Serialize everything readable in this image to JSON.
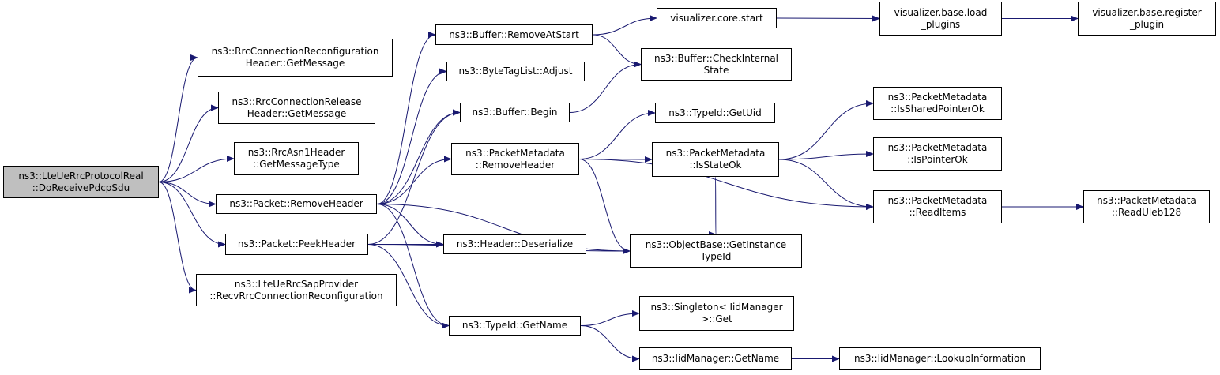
{
  "colors": {
    "edge": "#191970",
    "root_fill": "#bfbfbf",
    "node_fill": "#ffffff",
    "border": "#000000"
  },
  "nodes": [
    {
      "id": "root",
      "line1": "ns3::LteUeRrcProtocolReal",
      "line2": "::DoReceivePdcpSdu",
      "root": true
    },
    {
      "id": "rrcConnReconfGetMsg",
      "line1": "ns3::RrcConnectionReconfiguration",
      "line2": "Header::GetMessage"
    },
    {
      "id": "rrcConnRelGetMsg",
      "line1": "ns3::RrcConnectionRelease",
      "line2": "Header::GetMessage"
    },
    {
      "id": "rrcAsn1GetMsgType",
      "line1": "ns3::RrcAsn1Header",
      "line2": "::GetMessageType"
    },
    {
      "id": "packetRemoveHeader",
      "line1": "ns3::Packet::RemoveHeader",
      "line2": ""
    },
    {
      "id": "packetPeekHeader",
      "line1": "ns3::Packet::PeekHeader",
      "line2": ""
    },
    {
      "id": "sapRecv",
      "line1": "ns3::LteUeRrcSapProvider",
      "line2": "::RecvRrcConnectionReconfiguration"
    },
    {
      "id": "bufRemoveAtStart",
      "line1": "ns3::Buffer::RemoveAtStart",
      "line2": ""
    },
    {
      "id": "byteTagAdjust",
      "line1": "ns3::ByteTagList::Adjust",
      "line2": ""
    },
    {
      "id": "bufBegin",
      "line1": "ns3::Buffer::Begin",
      "line2": ""
    },
    {
      "id": "pmRemoveHeader",
      "line1": "ns3::PacketMetadata",
      "line2": "::RemoveHeader"
    },
    {
      "id": "hdrDeserialize",
      "line1": "ns3::Header::Deserialize",
      "line2": ""
    },
    {
      "id": "typeIdGetName",
      "line1": "ns3::TypeId::GetName",
      "line2": ""
    },
    {
      "id": "vizCoreStart",
      "line1": "visualizer.core.start",
      "line2": ""
    },
    {
      "id": "bufCheckInternal",
      "line1": "ns3::Buffer::CheckInternal",
      "line2": "State"
    },
    {
      "id": "typeIdGetUid",
      "line1": "ns3::TypeId::GetUid",
      "line2": ""
    },
    {
      "id": "pmIsStateOk",
      "line1": "ns3::PacketMetadata",
      "line2": "::IsStateOk"
    },
    {
      "id": "objGetInstanceTypeId",
      "line1": "ns3::ObjectBase::GetInstance",
      "line2": "TypeId"
    },
    {
      "id": "singletonGet",
      "line1": "ns3::Singleton< IidManager",
      "line2": ">::Get"
    },
    {
      "id": "iidGetName",
      "line1": "ns3::IidManager::GetName",
      "line2": ""
    },
    {
      "id": "vizLoadPlugins",
      "line1": "visualizer.base.load",
      "line2": "_plugins"
    },
    {
      "id": "pmIsSharedPointerOk",
      "line1": "ns3::PacketMetadata",
      "line2": "::IsSharedPointerOk"
    },
    {
      "id": "pmIsPointerOk",
      "line1": "ns3::PacketMetadata",
      "line2": "::IsPointerOk"
    },
    {
      "id": "pmReadItems",
      "line1": "ns3::PacketMetadata",
      "line2": "::ReadItems"
    },
    {
      "id": "iidLookupInfo",
      "line1": "ns3::IidManager::LookupInformation",
      "line2": ""
    },
    {
      "id": "vizRegisterPlugin",
      "line1": "visualizer.base.register",
      "line2": "_plugin"
    },
    {
      "id": "pmReadUleb128",
      "line1": "ns3::PacketMetadata",
      "line2": "::ReadUleb128"
    }
  ],
  "edges": [
    [
      "root",
      "rrcConnReconfGetMsg"
    ],
    [
      "root",
      "rrcConnRelGetMsg"
    ],
    [
      "root",
      "rrcAsn1GetMsgType"
    ],
    [
      "root",
      "packetRemoveHeader"
    ],
    [
      "root",
      "packetPeekHeader"
    ],
    [
      "root",
      "sapRecv"
    ],
    [
      "packetRemoveHeader",
      "bufRemoveAtStart"
    ],
    [
      "packetRemoveHeader",
      "byteTagAdjust"
    ],
    [
      "packetRemoveHeader",
      "bufBegin"
    ],
    [
      "packetRemoveHeader",
      "pmRemoveHeader"
    ],
    [
      "packetRemoveHeader",
      "hdrDeserialize"
    ],
    [
      "packetRemoveHeader",
      "typeIdGetName"
    ],
    [
      "packetRemoveHeader",
      "objGetInstanceTypeId"
    ],
    [
      "packetPeekHeader",
      "bufBegin"
    ],
    [
      "packetPeekHeader",
      "hdrDeserialize"
    ],
    [
      "packetPeekHeader",
      "typeIdGetName"
    ],
    [
      "packetPeekHeader",
      "objGetInstanceTypeId"
    ],
    [
      "bufRemoveAtStart",
      "vizCoreStart"
    ],
    [
      "bufRemoveAtStart",
      "bufCheckInternal"
    ],
    [
      "bufBegin",
      "bufCheckInternal"
    ],
    [
      "pmRemoveHeader",
      "typeIdGetUid"
    ],
    [
      "pmRemoveHeader",
      "pmIsStateOk"
    ],
    [
      "pmRemoveHeader",
      "objGetInstanceTypeId"
    ],
    [
      "pmRemoveHeader",
      "pmReadItems"
    ],
    [
      "pmIsStateOk",
      "pmIsSharedPointerOk"
    ],
    [
      "pmIsStateOk",
      "pmIsPointerOk"
    ],
    [
      "pmIsStateOk",
      "pmReadItems"
    ],
    [
      "pmIsStateOk",
      "objGetInstanceTypeId"
    ],
    [
      "typeIdGetName",
      "singletonGet"
    ],
    [
      "typeIdGetName",
      "iidGetName"
    ],
    [
      "vizCoreStart",
      "vizLoadPlugins"
    ],
    [
      "vizLoadPlugins",
      "vizRegisterPlugin"
    ],
    [
      "pmReadItems",
      "pmReadUleb128"
    ],
    [
      "iidGetName",
      "iidLookupInfo"
    ]
  ]
}
